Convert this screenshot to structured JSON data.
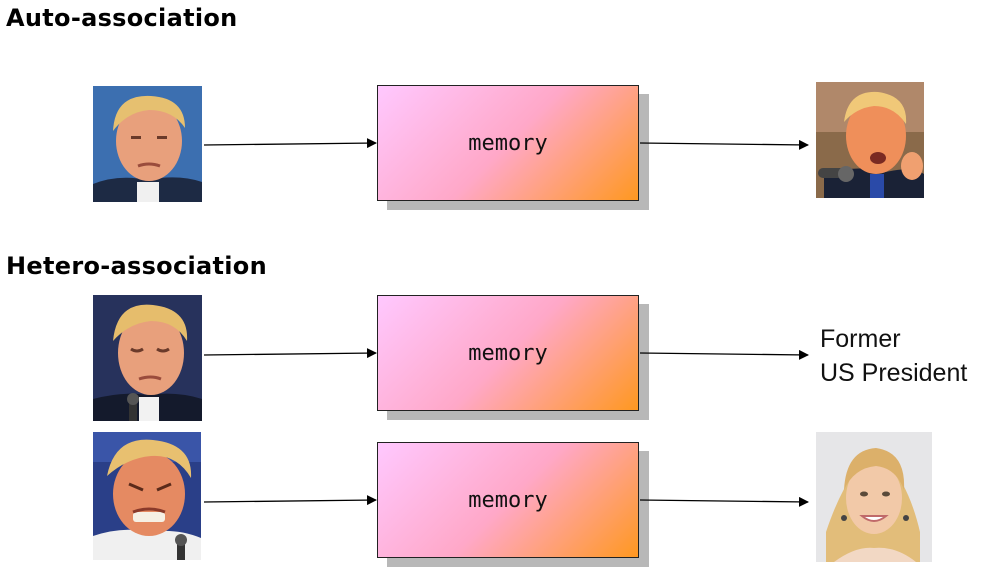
{
  "sections": {
    "auto": {
      "heading": "Auto-association"
    },
    "hetero": {
      "heading": "Hetero-association"
    }
  },
  "rows": [
    {
      "input": "face-photo",
      "box_label": "memory",
      "output": "face-photo"
    },
    {
      "input": "face-photo",
      "box_label": "memory",
      "output_text": [
        "Former",
        "US President"
      ]
    },
    {
      "input": "face-photo",
      "box_label": "memory",
      "output": "face-photo"
    }
  ],
  "colors": {
    "box_gradient_start": "#ffc8ff",
    "box_gradient_end": "#ff9820",
    "box_shadow": "#b8b8b8",
    "arrow": "#000000"
  }
}
